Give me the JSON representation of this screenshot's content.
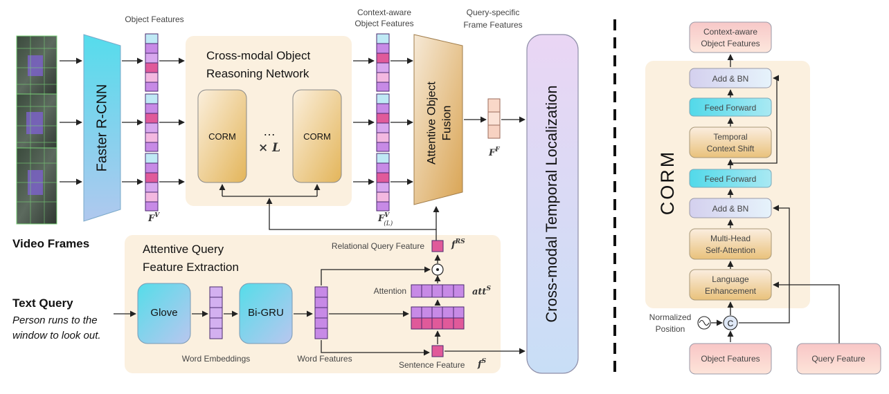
{
  "left": {
    "video_frames_label": "Video Frames",
    "text_query_title": "Text Query",
    "text_query_line1": "Person runs to the",
    "text_query_line2": "window to look out.",
    "object_features_label": "Object Features",
    "faster_rcnn_label": "Faster R-CNN",
    "fv_symbol": "F",
    "fv_sup": "V",
    "cornet_title_line1": "Cross-modal Object",
    "cornet_title_line2": "Reasoning Network",
    "corm_label": "CORM",
    "dots": "…",
    "times_L": "× L",
    "context_aware_line1": "Context-aware",
    "context_aware_line2": "Object Features",
    "fvL_symbol": "F",
    "fvL_sup": "V",
    "fvL_sub": "(L)",
    "query_specific_line1": "Query-specific",
    "query_specific_line2": "Frame Features",
    "attentive_fusion_line1": "Attentive Object",
    "attentive_fusion_line2": "Fusion",
    "ff_symbol": "F",
    "ff_sup": "F",
    "temporal_localization": "Cross-modal Temporal Localization",
    "aqfe_title_line1": "Attentive Query",
    "aqfe_title_line2": "Feature Extraction",
    "glove": "Glove",
    "bigru": "Bi-GRU",
    "word_embeddings": "Word Embeddings",
    "word_features": "Word Features",
    "relational_query_feature": "Relational Query Feature",
    "frs_symbol": "f",
    "frs_sup": "RS",
    "attention_label": "Attention",
    "att_symbol": "att",
    "att_sup": "S",
    "sentence_feature": "Sentence Feature",
    "fs_symbol": "f",
    "fs_sup": "S",
    "odot": "⊙"
  },
  "right": {
    "corm_title": "CORM",
    "context_aware_line1": "Context-aware",
    "context_aware_line2": "Object Features",
    "add_bn_top": "Add & BN",
    "feed_forward_top": "Feed Forward",
    "temporal_shift_line1": "Temporal",
    "temporal_shift_line2": "Context Shift",
    "feed_forward_bottom": "Feed Forward",
    "add_bn_bottom": "Add & BN",
    "mhsa_line1": "Multi-Head",
    "mhsa_line2": "Self-Attention",
    "lang_enh_line1": "Language",
    "lang_enh_line2": "Enhancement",
    "normalized_line1": "Normalized",
    "normalized_line2": "Position",
    "concat_symbol": "C",
    "object_features": "Object Features",
    "query_feature": "Query Feature"
  },
  "colors": {
    "cyan": "#5fd8e8",
    "lavender": "#dcd6ef",
    "peach": "#fde3d6",
    "beige_panel": "#fbf0df",
    "gold": "#e8c070",
    "pink_cell": "#e05a9a",
    "purple_cell": "#c78ae6",
    "light_blue_cell": "#bfe9f5"
  },
  "icons": {
    "dashed_divider": "dashed-divider",
    "sine_wave": "sine-wave-icon",
    "concat": "concat-circle-icon",
    "odot": "element-product-icon"
  }
}
